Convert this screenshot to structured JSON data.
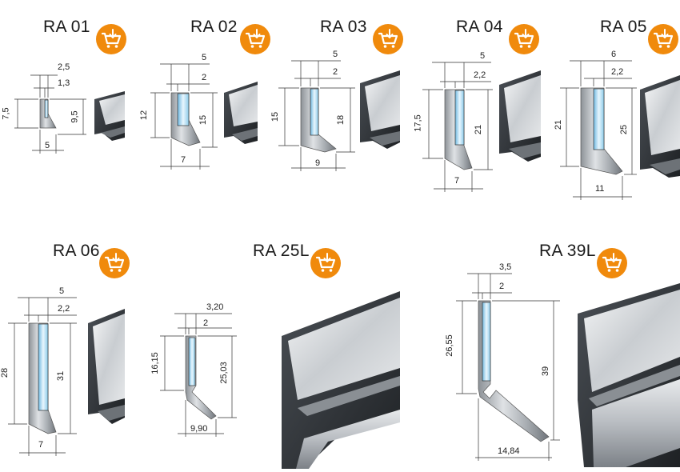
{
  "products": [
    {
      "title": "RA 01",
      "dims": {
        "top1": "2,5",
        "top2": "1,3",
        "left": "7,5",
        "right": "9,5",
        "bottom": "5"
      }
    },
    {
      "title": "RA 02",
      "dims": {
        "top1": "5",
        "top2": "2",
        "left": "12",
        "right": "15",
        "bottom": "7"
      }
    },
    {
      "title": "RA 03",
      "dims": {
        "top1": "5",
        "top2": "2",
        "left": "15",
        "right": "18",
        "bottom": "9"
      }
    },
    {
      "title": "RA 04",
      "dims": {
        "top1": "5",
        "top2": "2,2",
        "left": "17,5",
        "right": "21",
        "bottom": "7"
      }
    },
    {
      "title": "RA 05",
      "dims": {
        "top1": "6",
        "top2": "2,2",
        "left": "21",
        "right": "25",
        "bottom": "11"
      }
    },
    {
      "title": "RA 06",
      "dims": {
        "top1": "5",
        "top2": "2,2",
        "left": "28",
        "right": "31",
        "bottom": "7"
      }
    },
    {
      "title": "RA 25L",
      "dims": {
        "top1": "3,20",
        "top2": "2",
        "left": "16,15",
        "right": "25,03",
        "bottom": "9,90"
      }
    },
    {
      "title": "RA 39L",
      "dims": {
        "top1": "3,5",
        "top2": "2",
        "left": "26,55",
        "right": "39",
        "bottom": "14,84"
      }
    }
  ],
  "cart_icon": "shopping-cart-download-icon",
  "colors": {
    "cart": "#f08a0c",
    "glass": "#a8d8f0",
    "profile": "#b8bcc0",
    "dark": "#2a2d30"
  }
}
